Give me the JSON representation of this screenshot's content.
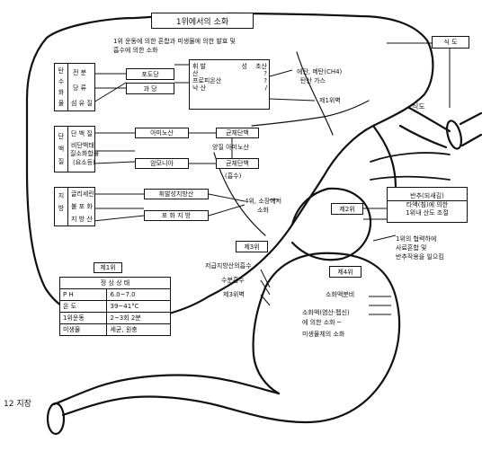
{
  "title": "1위에서의 소화",
  "intro_lines": [
    "1위 운동에 의한 혼합과 미생물에 의한 발효 및",
    "흡수에 의한 소화"
  ],
  "group1": {
    "label_chars": [
      "탄",
      "수",
      "화",
      "물"
    ],
    "items": [
      "전 분",
      "당 류",
      "섬 유 질"
    ],
    "mid": [
      "포도당",
      "과 당"
    ],
    "right": [
      {
        "name": "휘 발",
        "suffix": "성",
        "value": "초산"
      },
      {
        "name": "산",
        "suffix": "",
        "value": "?"
      },
      {
        "name": "프로피온산",
        "suffix": "",
        "value": "?"
      },
      {
        "name": "낙 산",
        "suffix": "",
        "value": "/"
      }
    ],
    "gas_note": [
      "에탄, 메탄(CH4)",
      "탄산 가스"
    ],
    "wall_note": "제1위벽"
  },
  "group2": {
    "label_chars": [
      "단",
      "백",
      "질"
    ],
    "items": [
      "단 백 질",
      "비단백태",
      "질소화합물",
      "(요소등)"
    ],
    "mid": [
      "아미노산",
      "암모니아"
    ],
    "right": [
      "균체단백",
      "양질 아미노산",
      "균체단백",
      "(흡수)"
    ]
  },
  "group3": {
    "label_chars": [
      "지",
      "방"
    ],
    "items": [
      "글리세린",
      "불 포 화",
      "지 방 산"
    ],
    "mid": [
      "휘발성지방산",
      "포 화 지 방"
    ],
    "note": [
      "4위, 소장에서",
      "소화"
    ]
  },
  "cond_table": {
    "header": "제1위",
    "title": "정 상 상 태",
    "rows": [
      {
        "k": "P H",
        "v": "6.0~7.0"
      },
      {
        "k": "온 도",
        "v": "39~41°C"
      },
      {
        "k": "1위운동",
        "v": "2~3회 2분"
      },
      {
        "k": "미생물",
        "v": "세균, 원충"
      }
    ]
  },
  "esophagus": {
    "box": "식 도",
    "label": "식도"
  },
  "rumen_box": {
    "title": "반추(되새김)",
    "lines": [
      "타액(침)에 의한",
      "1위내 산도 조절"
    ]
  },
  "stomach2": {
    "box": "제2위",
    "note": [
      "1위의 협력하에",
      "사료혼합 및",
      "반추작용을 일으킴"
    ]
  },
  "stomach3": {
    "box": "제3위",
    "items": [
      "저급지방산의흡수",
      "수분흡수",
      "제3위벽"
    ]
  },
  "stomach4": {
    "box": "제4위",
    "items": [
      "소화액분비",
      "소화액(염산·펩신)",
      "에 의한 소화 ─",
      "미생물체의 소화"
    ]
  },
  "duodenum": "12 지장"
}
